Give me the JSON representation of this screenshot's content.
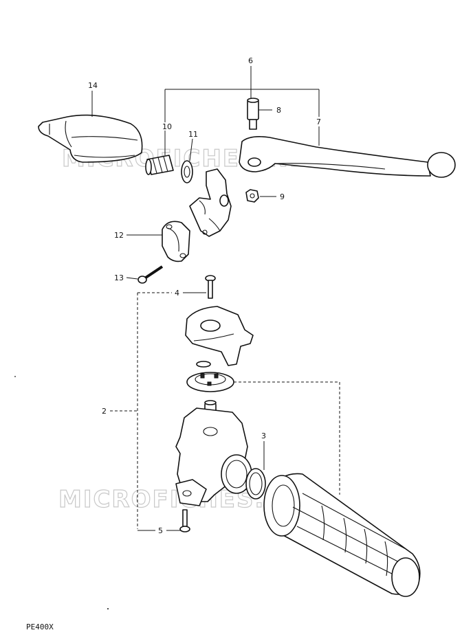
{
  "watermark": "MICROFICHES.NET",
  "figure_code": "PE400X",
  "callouts": {
    "p1": "2",
    "p2": "3",
    "p3": "4",
    "p4": "5",
    "p5": "6",
    "p6": "7",
    "p7": "8",
    "p8": "9",
    "p9": "10",
    "p10": "11",
    "p11": "12",
    "p12": "13",
    "p13": "14"
  }
}
